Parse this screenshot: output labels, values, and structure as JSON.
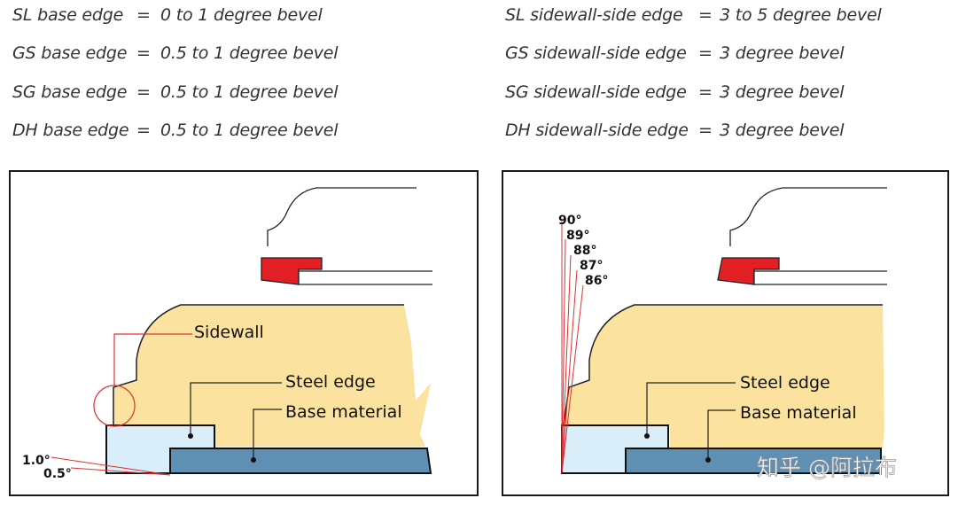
{
  "specs": {
    "left": [
      {
        "name": "SL base edge",
        "eq": "=",
        "value": "0 to 1 degree bevel"
      },
      {
        "name": "GS base edge",
        "eq": "=",
        "value": "0.5 to 1 degree bevel"
      },
      {
        "name": "SG base edge",
        "eq": "=",
        "value": "0.5 to 1 degree bevel"
      },
      {
        "name": "DH base edge",
        "eq": "=",
        "value": "0.5 to 1 degree bevel"
      }
    ],
    "right": [
      {
        "name": "SL sidewall-side edge",
        "eq": "=",
        "value": "3 to 5 degree bevel"
      },
      {
        "name": "GS sidewall-side edge",
        "eq": "=",
        "value": "3 degree bevel"
      },
      {
        "name": "SG sidewall-side edge",
        "eq": "=",
        "value": "3 degree bevel"
      },
      {
        "name": "DH sidewall-side edge",
        "eq": "=",
        "value": "3 degree bevel"
      }
    ]
  },
  "left_diagram": {
    "sidewall": "Sidewall",
    "steel_edge": "Steel edge",
    "base_material": "Base material",
    "angle_1": "1.0°",
    "angle_2": "0.5°"
  },
  "right_diagram": {
    "steel_edge": "Steel edge",
    "base_material": "Base material",
    "angles": [
      "90°",
      "89°",
      "88°",
      "87°",
      "86°"
    ]
  },
  "watermark": "知乎 @阿拉布",
  "colors": {
    "sidewall_fill": "#fbe39f",
    "steel_edge_fill": "#daeefa",
    "base_fill": "#5f8fb3",
    "clamp_red": "#e31f26",
    "line_red": "#e03030"
  }
}
